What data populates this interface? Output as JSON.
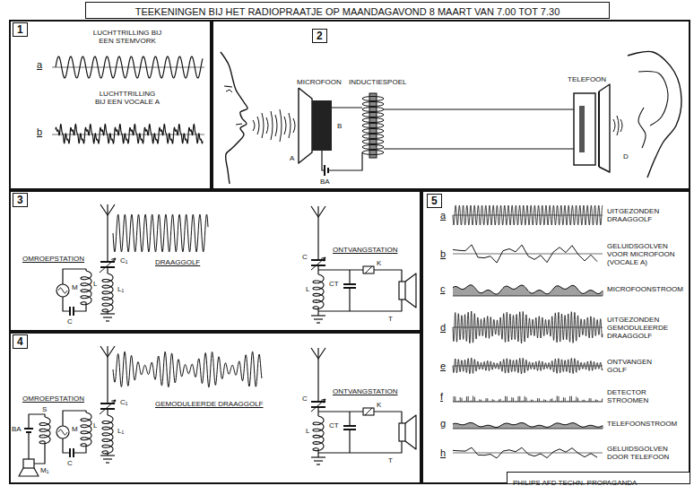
{
  "diagram": {
    "title": "TEEKENINGEN BIJ HET RADIOPRAATJE OP MAANDAGAVOND 8 MAART VAN 7.00 TOT 7.30",
    "caption": "PHILIPS AFD TECHN. PROPAGANDA",
    "nodes": [
      {
        "text": [
          "1",
          "a",
          "LUCHTTRILLING BIJ EEN STEMVORK",
          "b",
          "LUCHTTRILLING BIJ EEN VOCALE A"
        ]
      },
      {
        "text": [
          "2",
          "MICROFOON",
          "INDUCTIESPOEL",
          "TELEFOON",
          "A",
          "B",
          "BA",
          "D"
        ]
      },
      {
        "text": [
          "3",
          "OMROEPSTATION",
          "DRAAGGOLF",
          "ONTVANGSTATION",
          "M",
          "L",
          "C",
          "C₁",
          "L₁",
          "C",
          "L",
          "CT",
          "K",
          "T"
        ]
      },
      {
        "text": [
          "4",
          "OMROEPSTATION",
          "GEMODULEERDE DRAAGGOLF",
          "ONTVANGSTATION",
          "BA",
          "S",
          "M₁",
          "M",
          "L",
          "C",
          "C₁",
          "L₁",
          "C",
          "L",
          "CT",
          "K",
          "T"
        ]
      },
      {
        "text": [
          "5",
          "a",
          "UITGEZONDEN DRAAGGOLF",
          "b",
          "GELUIDSGOLVEN VOOR MICROFOON (VOCALE A)",
          "c",
          "MICROFOONSTROOM",
          "d",
          "UITGEZONDEN GEMODULEERDE DRAAGGOLF",
          "e",
          "ONTVANGEN GOLF",
          "f",
          "DETECTOR STROOMEN",
          "g",
          "TELEFOONSTROOM",
          "h",
          "GELUIDSGOLVEN DOOR TELEFOON"
        ]
      }
    ]
  }
}
